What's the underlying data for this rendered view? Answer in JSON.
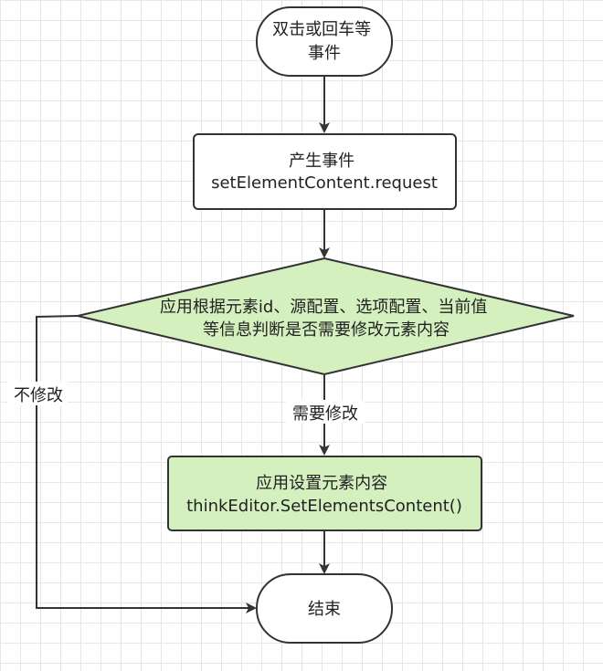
{
  "nodes": {
    "start": {
      "lines": [
        "双击或回车等",
        "事件"
      ]
    },
    "generate": {
      "lines": [
        "产生事件",
        "setElementContent.request"
      ]
    },
    "decision": {
      "lines": [
        "应用根据元素id、源配置、选项配置、当前值",
        "等信息判断是否需要修改元素内容"
      ]
    },
    "apply": {
      "lines": [
        "应用设置元素内容",
        "thinkEditor.SetElementsContent()"
      ]
    },
    "end": {
      "lines": [
        "结束"
      ]
    }
  },
  "edges": {
    "need_modify": "需要修改",
    "no_modify": "不修改"
  },
  "colors": {
    "stroke": "#333333",
    "decision_fill": "#d5f0bf",
    "apply_fill": "#d5f0bf",
    "terminal_fill": "#ffffff",
    "process_fill": "#ffffff"
  }
}
